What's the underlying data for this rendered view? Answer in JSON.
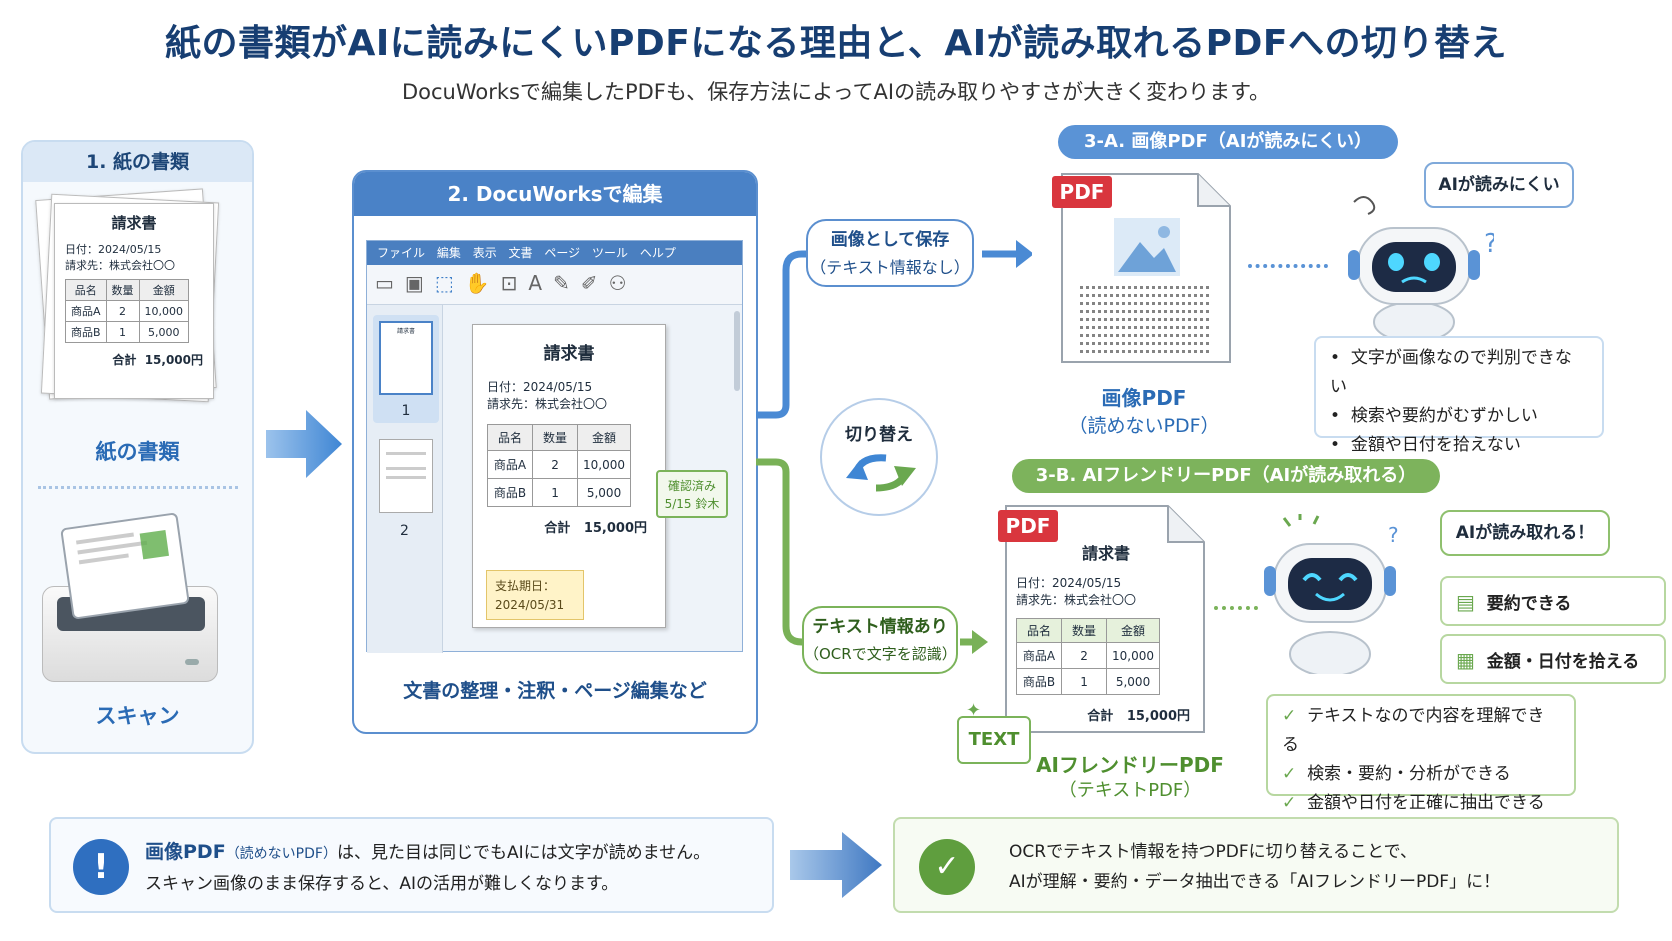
{
  "header": {
    "title": "紙の書類がAIに読みにくいPDFになる理由と、AIが読み取れるPDFへの切り替え",
    "subtitle": "DocuWorksで編集したPDFも、保存方法によってAIの読み取りやすさが大きく変わります。"
  },
  "step1": {
    "heading": "1. 紙の書類",
    "doc_title": "請求書",
    "doc_date": "日付：2024/05/15",
    "doc_client": "請求先：株式会社〇〇",
    "table_headers": [
      "品名",
      "数量",
      "金額"
    ],
    "table_rows": [
      [
        "商品A",
        "2",
        "10,000"
      ],
      [
        "商品B",
        "1",
        "5,000"
      ]
    ],
    "total_label": "合計",
    "total_value": "15,000円",
    "paper_label": "紙の書類",
    "scan_label": "スキャン"
  },
  "step2": {
    "heading": "2. DocuWorksで編集",
    "menu": [
      "ファイル",
      "編集",
      "表示",
      "文書",
      "ページ",
      "ツール",
      "ヘルプ"
    ],
    "page1": "1",
    "page2": "2",
    "thumb_title": "請求書",
    "doc_title": "請求書",
    "doc_date": "日付：2024/05/15",
    "doc_client": "請求先：株式会社〇〇",
    "table_headers": [
      "品名",
      "数量",
      "金額"
    ],
    "table_rows": [
      [
        "商品A",
        "2",
        "10,000"
      ],
      [
        "商品B",
        "1",
        "5,000"
      ]
    ],
    "total_label": "合計",
    "total_value": "15,000円",
    "stamp_line1": "確認済み",
    "stamp_line2": "5/15 鈴木",
    "note_line1": "支払期日：",
    "note_line2": "2024/05/31",
    "caption": "文書の整理・注釈・ページ編集など"
  },
  "flow": {
    "save_image_line1": "画像として保存",
    "save_image_line2": "（テキスト情報なし）",
    "switch_label": "切り替え",
    "text_line1": "テキスト情報あり",
    "text_line2": "（OCRで文字を認識）"
  },
  "step3a": {
    "heading": "3-A. 画像PDF（AIが読みにくい）",
    "pdf_badge": "PDF",
    "caption_line1": "画像PDF",
    "caption_line2": "（読めないPDF）",
    "bubble": "AIが読みにくい",
    "bullets": [
      "文字が画像なので判別できない",
      "検索や要約がむずかしい",
      "金額や日付を拾えない"
    ]
  },
  "step3b": {
    "heading": "3-B. AIフレンドリーPDF（AIが読み取れる）",
    "pdf_badge": "PDF",
    "doc_title": "請求書",
    "doc_date": "日付：2024/05/15",
    "doc_client": "請求先：株式会社〇〇",
    "table_headers": [
      "品名",
      "数量",
      "金額"
    ],
    "table_rows": [
      [
        "商品A",
        "2",
        "10,000"
      ],
      [
        "商品B",
        "1",
        "5,000"
      ]
    ],
    "total_label": "合計",
    "total_value": "15,000円",
    "text_tag": "TEXT",
    "caption_line1": "AIフレンドリーPDF",
    "caption_line2": "（テキストPDF）",
    "bubble": "AIが読み取れる！",
    "feature1": "要約できる",
    "feature2": "金額・日付を拾える",
    "checks": [
      "テキストなので内容を理解できる",
      "検索・要約・分析ができる",
      "金額や日付を正確に抽出できる"
    ]
  },
  "footer": {
    "left_line1_strong": "画像PDF",
    "left_line1_small": "（読めないPDF）",
    "left_line1_rest": "は、見た目は同じでもAIには文字が読めません。",
    "left_line2": "スキャン画像のまま保存すると、AIの活用が難しくなります。",
    "right_line1": "OCRでテキスト情報を持つPDFに切り替えることで、",
    "right_line2": "AIが理解・要約・データ抽出できる「AIフレンドリーPDF」に！"
  },
  "colors": {
    "title": "#173e72",
    "blue": "#2a6bb5",
    "green": "#6aa84f",
    "pdf_red": "#d9363e"
  }
}
